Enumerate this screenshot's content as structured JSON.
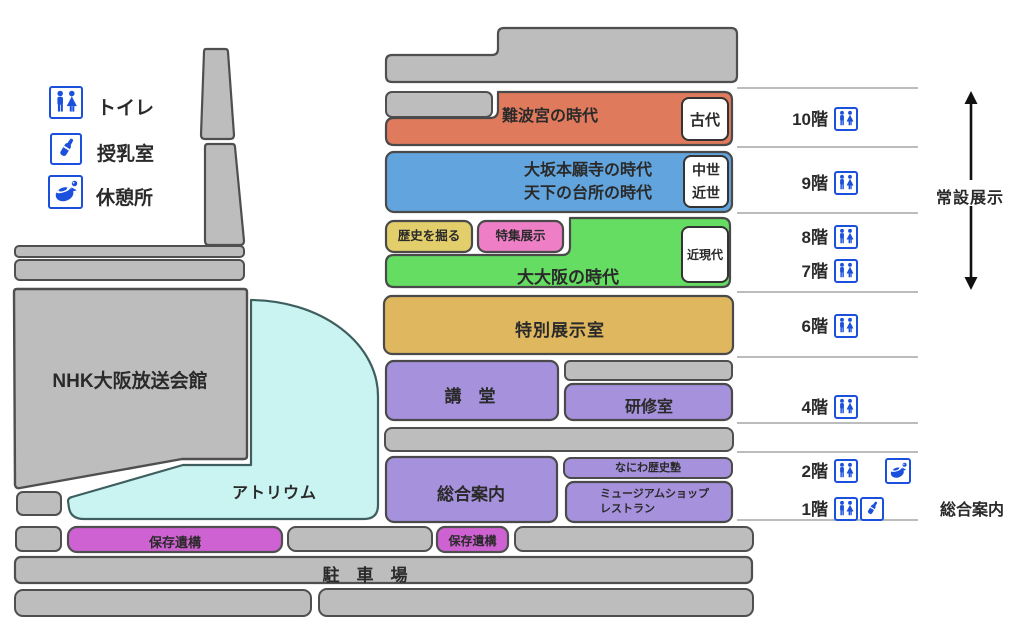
{
  "legend": {
    "items": [
      {
        "icon": "toilet-icon",
        "label": "トイレ"
      },
      {
        "icon": "nursing-icon",
        "label": "授乳室"
      },
      {
        "icon": "rest-icon",
        "label": "休憩所"
      }
    ]
  },
  "map": {
    "nhk_building": "NHK大阪放送会館",
    "atrium": "アトリウム",
    "parking": "駐　車　場",
    "preserved_remains_1": "保存遺構",
    "preserved_remains_2": "保存遺構"
  },
  "floors": {
    "f10": {
      "title": "難波宮の時代",
      "era_badge": "古代"
    },
    "f9": {
      "title_line1": "大坂本願寺の時代",
      "title_line2": "天下の台所の時代",
      "era_badge_line1": "中世",
      "era_badge_line2": "近世"
    },
    "f8": {
      "tag_dig": "歴史を掘る",
      "tag_feature": "特集展示"
    },
    "f7": {
      "title": "大大阪の時代",
      "era_badge": "近現代"
    },
    "f6": {
      "title": "特別展示室"
    },
    "f4": {
      "auditorium": "講　堂",
      "training_room": "研修室"
    },
    "f2": {
      "naniwa_juku": "なにわ歴史塾"
    },
    "f1": {
      "information": "総合案内",
      "shop_line1": "ミュージアムショップ",
      "shop_line2": "レストラン"
    }
  },
  "right_panel": {
    "rows": [
      {
        "label": "10階",
        "icons": [
          "toilet"
        ]
      },
      {
        "label": "9階",
        "icons": [
          "toilet"
        ]
      },
      {
        "label": "8階",
        "icons": [
          "toilet"
        ]
      },
      {
        "label": "7階",
        "icons": [
          "toilet"
        ]
      },
      {
        "label": "6階",
        "icons": [
          "toilet"
        ]
      },
      {
        "label": "4階",
        "icons": [
          "toilet"
        ]
      },
      {
        "label": "2階",
        "icons": [
          "toilet",
          "rest"
        ]
      },
      {
        "label": "1階",
        "icons": [
          "toilet",
          "nursing"
        ]
      }
    ],
    "permanent_exhibition": "常設展示",
    "general_information": "総合案内"
  },
  "colors": {
    "accent_blue": "#1b50dd",
    "gray_block": "#bdbdbd",
    "outline": "#4f4f4f",
    "floor10_orange": "#e07a5c",
    "floor9_blue": "#62a4dd",
    "tag_yellow": "#e2ce6a",
    "tag_pink": "#ee7fc7",
    "floor7_green": "#65dc62",
    "floor6_tan": "#dfb75f",
    "room_purple": "#a591dc",
    "remains_magenta": "#cf62d2",
    "atrium_cyan": "#c9f4f2"
  }
}
